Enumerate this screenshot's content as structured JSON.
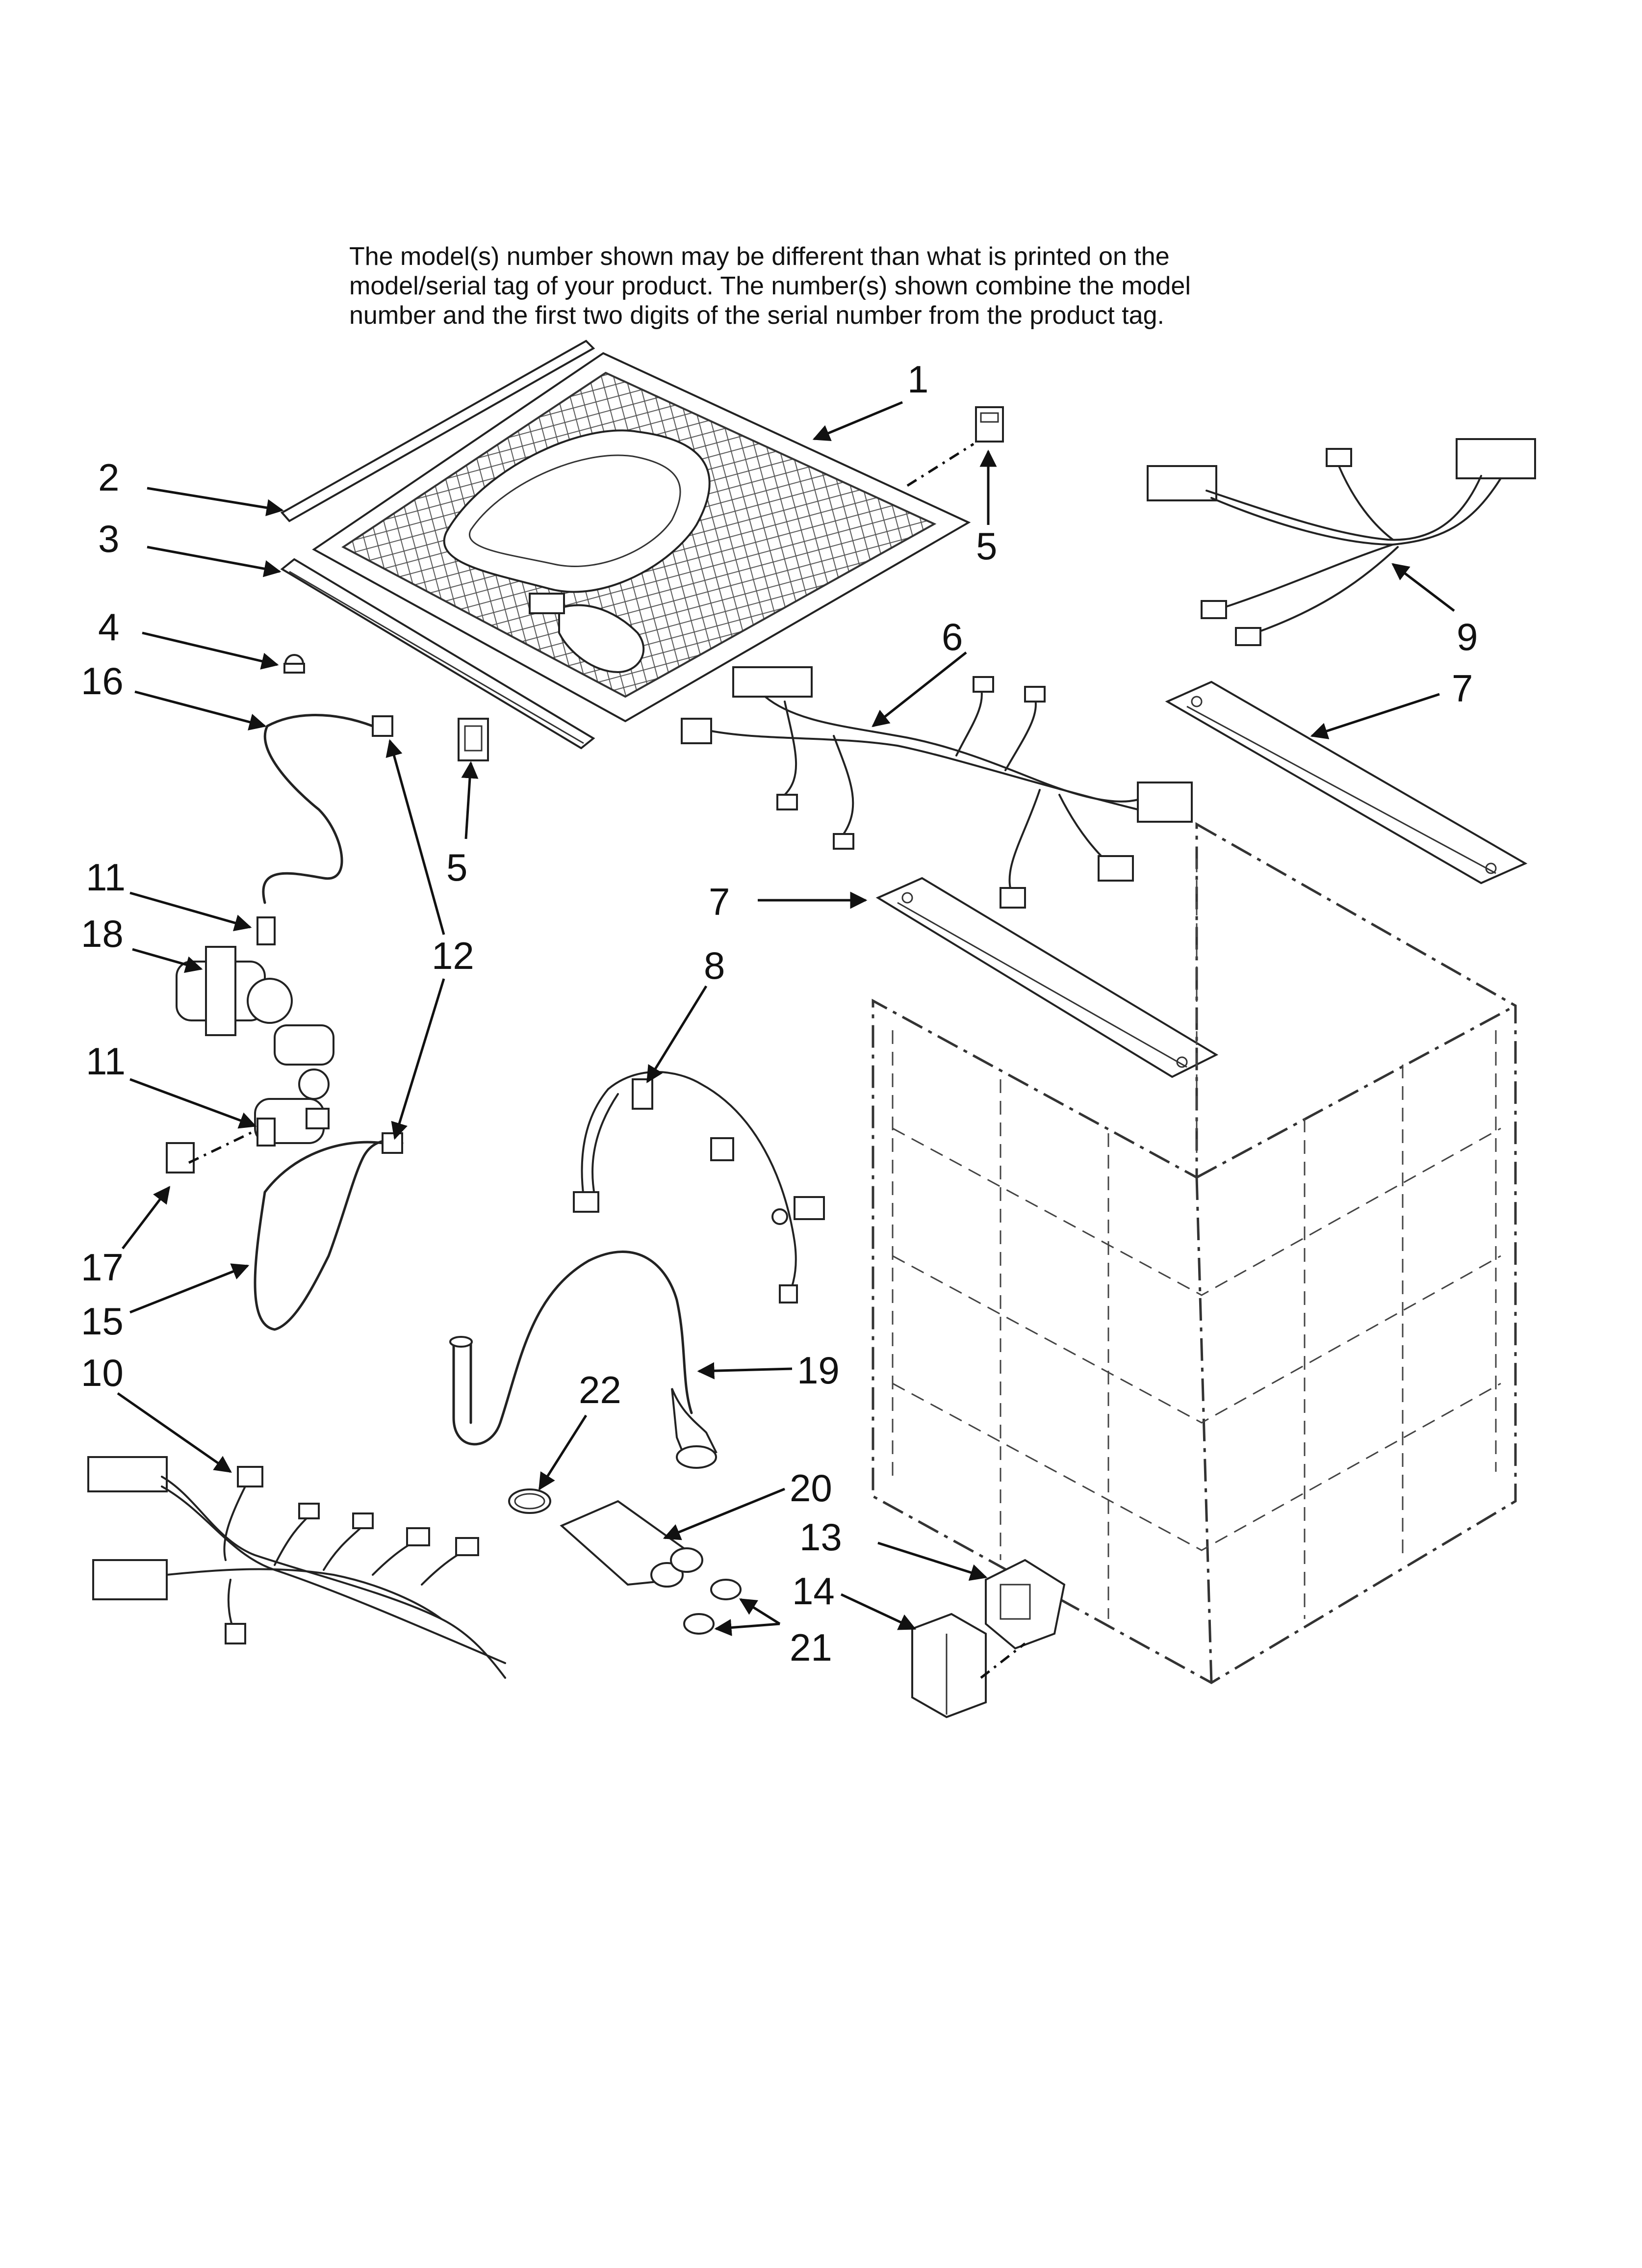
{
  "note": {
    "lines": [
      "The model(s) number shown may be different than what is printed on the",
      "model/serial tag of your product. The number(s) shown combine the model",
      "number and the first two digits of the serial number from the product tag."
    ]
  },
  "callouts": {
    "c1": "1",
    "c2": "2",
    "c3": "3",
    "c4": "4",
    "c5a": "5",
    "c5b": "5",
    "c6": "6",
    "c7a": "7",
    "c7b": "7",
    "c8": "8",
    "c9": "9",
    "c10": "10",
    "c11a": "11",
    "c11b": "11",
    "c12": "12",
    "c13": "13",
    "c14": "14",
    "c15": "15",
    "c16": "16",
    "c17": "17",
    "c18": "18",
    "c19": "19",
    "c20": "20",
    "c21": "21",
    "c22": "22"
  }
}
